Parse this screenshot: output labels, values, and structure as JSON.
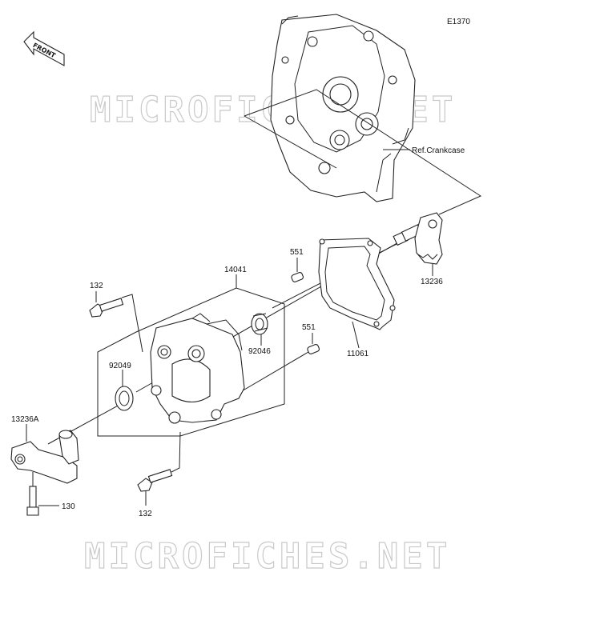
{
  "diagram_code": "E1370",
  "front_label": "FRONT",
  "watermark_text": "MICROFICHES.NET",
  "ref_label": "Ref.Crankcase",
  "parts": [
    {
      "id": "14041"
    },
    {
      "id": "551"
    },
    {
      "id": "551"
    },
    {
      "id": "132"
    },
    {
      "id": "132"
    },
    {
      "id": "92046"
    },
    {
      "id": "92049"
    },
    {
      "id": "11061"
    },
    {
      "id": "13236"
    },
    {
      "id": "13236A"
    },
    {
      "id": "130"
    }
  ]
}
